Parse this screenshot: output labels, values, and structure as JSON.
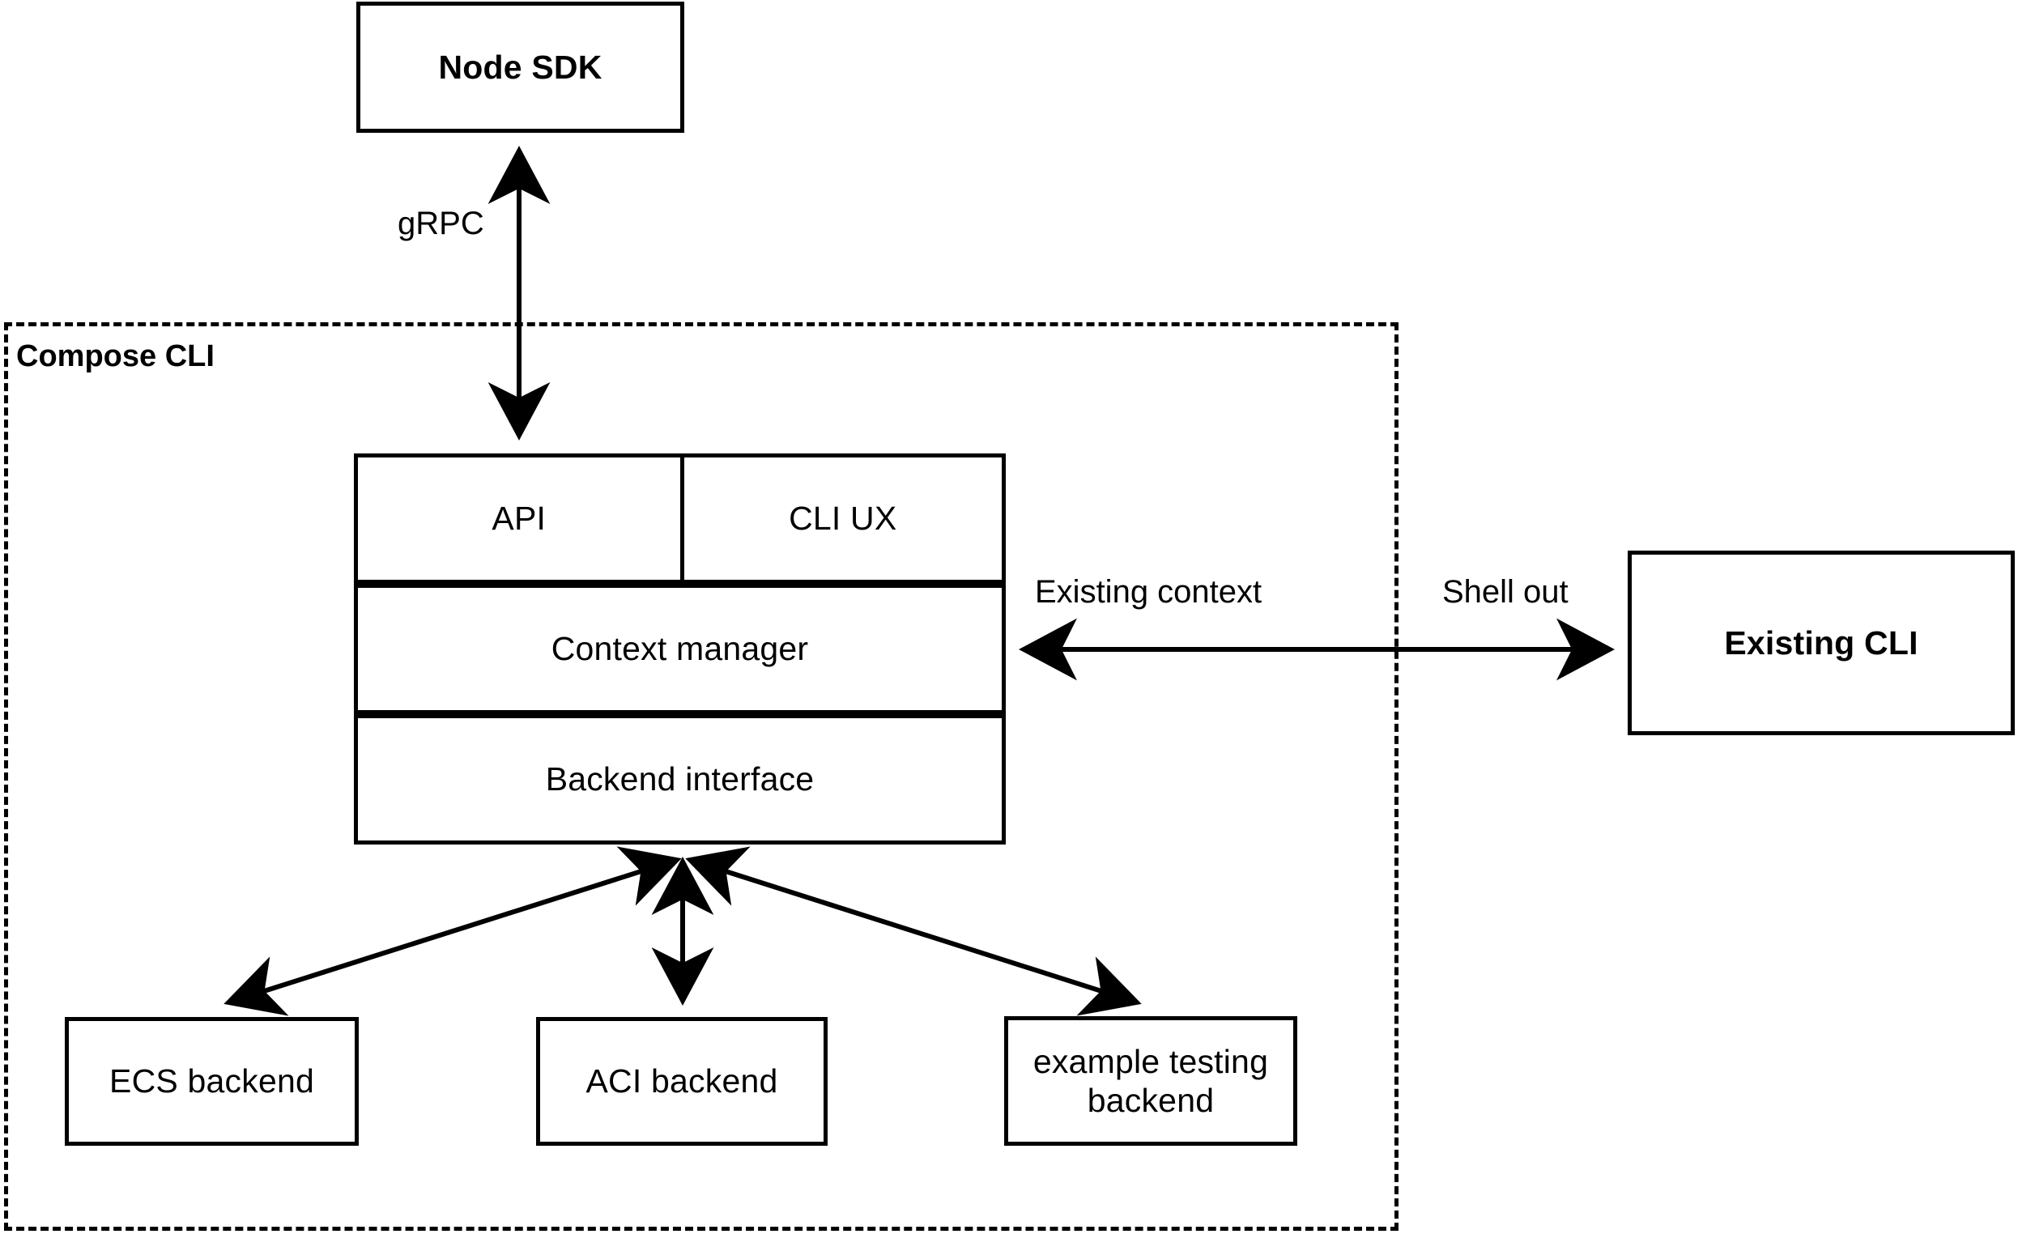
{
  "diagram": {
    "title_hidden": "",
    "nodes": {
      "node_sdk": {
        "label": "Node SDK",
        "bold": true
      },
      "existing_cli": {
        "label": "Existing CLI",
        "bold": true
      },
      "api": {
        "label": "API",
        "bold": false
      },
      "cli_ux": {
        "label": "CLI UX",
        "bold": false
      },
      "context_manager": {
        "label": "Context manager",
        "bold": false
      },
      "backend_interface": {
        "label": "Backend interface",
        "bold": false
      },
      "ecs_backend": {
        "label": "ECS backend",
        "bold": false
      },
      "aci_backend": {
        "label": "ACI backend",
        "bold": false
      },
      "example_testing_backend_line1": "example testing",
      "example_testing_backend_line2": "backend"
    },
    "group": {
      "compose_cli_label": "Compose CLI",
      "border_style": "dashed"
    },
    "edges": [
      {
        "id": "grpc",
        "label": "gRPC",
        "from": "compose-cli-stack",
        "to": "node-sdk",
        "arrow": "both"
      },
      {
        "id": "existing-context",
        "label": "Existing context",
        "from": "existing-cli",
        "to": "context-manager",
        "arrow": "both"
      },
      {
        "id": "shell-out",
        "label": "Shell out",
        "from": "context-manager",
        "to": "existing-cli",
        "arrow": "both"
      },
      {
        "id": "backend-to-ecs",
        "label": "",
        "from": "backend-interface",
        "to": "ecs-backend",
        "arrow": "both"
      },
      {
        "id": "backend-to-aci",
        "label": "",
        "from": "backend-interface",
        "to": "aci-backend",
        "arrow": "both"
      },
      {
        "id": "backend-to-example",
        "label": "",
        "from": "backend-interface",
        "to": "example-testing-backend",
        "arrow": "both"
      }
    ],
    "colors": {
      "stroke": "#000000",
      "fill": "#ffffff",
      "text": "#000000"
    }
  }
}
